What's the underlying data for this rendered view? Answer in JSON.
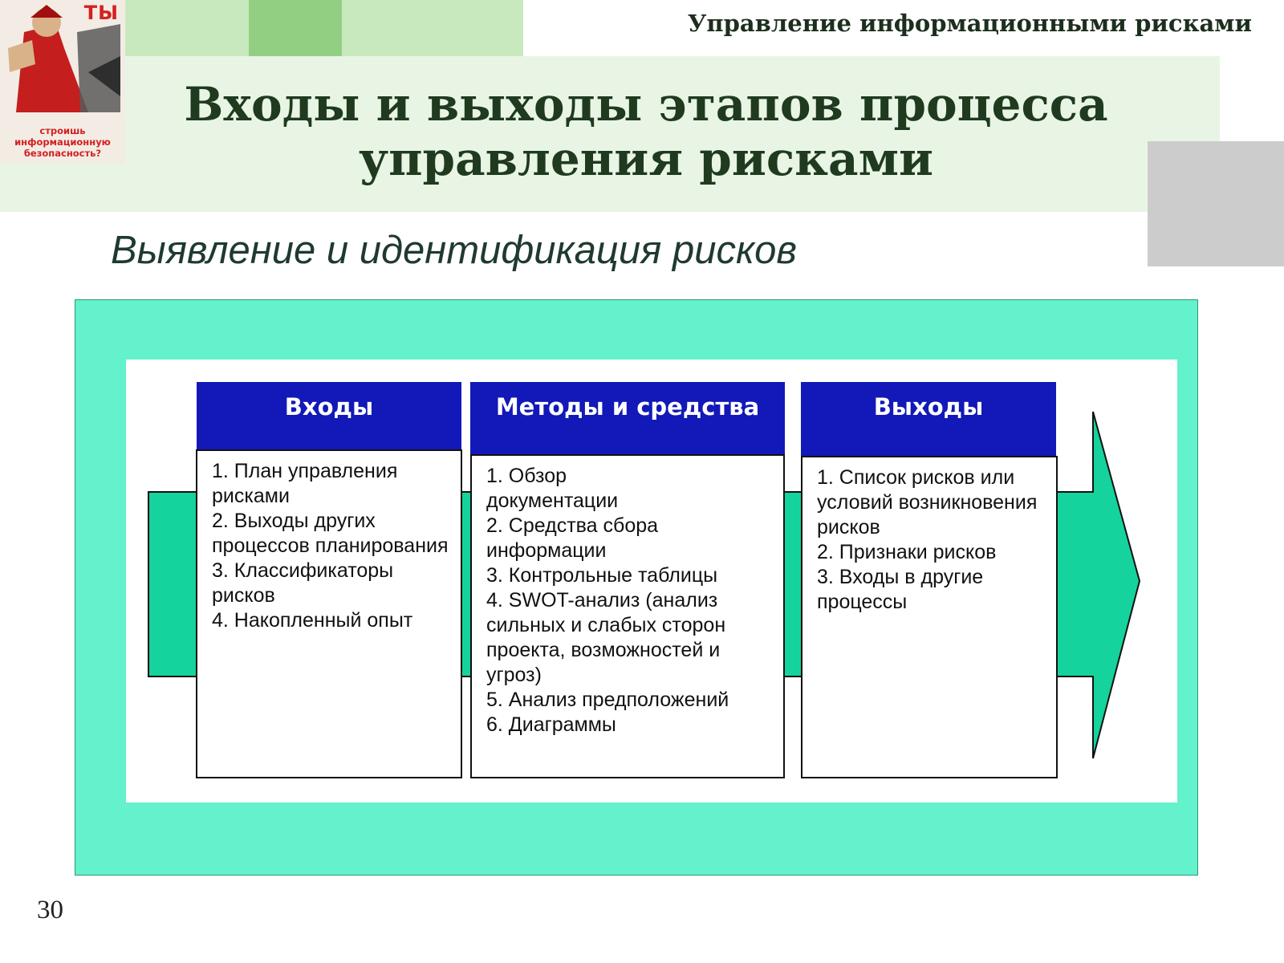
{
  "header": {
    "top_right_title": "Управление информационными рисками"
  },
  "poster": {
    "brand_top": "ТЫ",
    "brand_bottom": "строишь\nинформационную\nбезопасность?",
    "accent_color": "#d42020"
  },
  "slide": {
    "title_line1": "Входы и выходы этапов процесса",
    "title_line2": "управления рисками",
    "subtitle": "Выявление и идентификация рисков",
    "page_number": "30"
  },
  "diagram": {
    "colors": {
      "outer_background": "#63f2cb",
      "header_blue": "#1219b8",
      "arrow_green": "#15d39c"
    },
    "columns": [
      {
        "header": "Входы",
        "items": [
          "1. План управления рисками",
          "2. Выходы других процессов планирования",
          "3. Классификаторы рисков",
          "4. Накопленный опыт"
        ]
      },
      {
        "header": "Методы и средства",
        "items": [
          "1. Обзор\n   документации",
          "2. Средства сбора информации",
          "3. Контрольные таблицы",
          "4. SWOT-анализ (анализ сильных и слабых сторон проекта, возможностей и угроз)",
          "5. Анализ предположений",
          "6. Диаграммы"
        ]
      },
      {
        "header": "Выходы",
        "items": [
          "1. Список рисков или условий возникновения рисков",
          "2. Признаки рисков",
          "3. Входы в другие процессы"
        ]
      }
    ]
  }
}
